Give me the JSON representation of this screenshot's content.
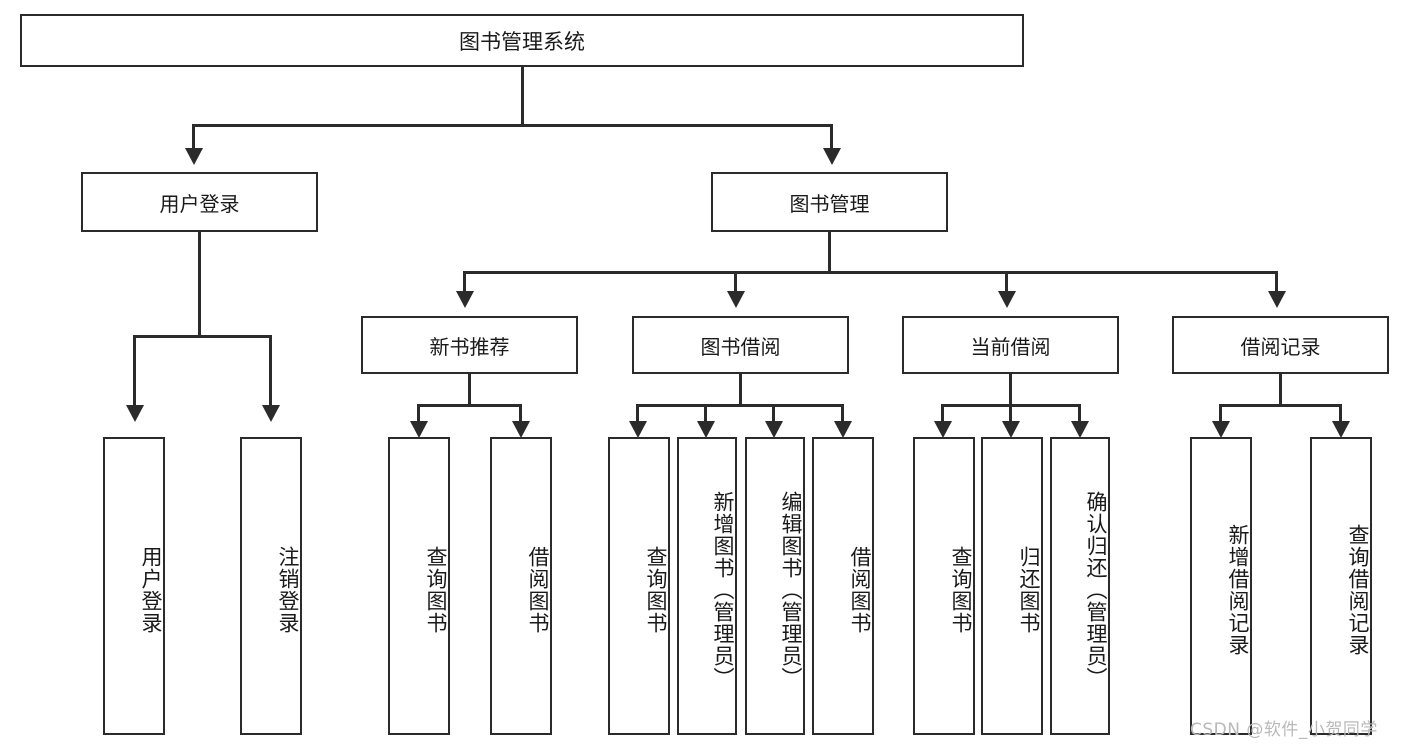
{
  "diagram": {
    "type": "hierarchy-tree",
    "title": "图书管理系统",
    "watermark": "CSDN @软件_小贺同学",
    "root": {
      "label": "图书管理系统"
    },
    "level2": [
      {
        "id": "user-login",
        "label": "用户登录"
      },
      {
        "id": "book-manage",
        "label": "图书管理"
      }
    ],
    "level3": [
      {
        "id": "new-book-recommend",
        "label": "新书推荐"
      },
      {
        "id": "book-borrow",
        "label": "图书借阅"
      },
      {
        "id": "current-borrow",
        "label": "当前借阅"
      },
      {
        "id": "borrow-record",
        "label": "借阅记录"
      }
    ],
    "leaves": {
      "user_login": [
        {
          "id": "leaf-user-login",
          "label": "用户登录"
        },
        {
          "id": "leaf-logout-login",
          "label": "注销登录"
        }
      ],
      "new_book_recommend": [
        {
          "id": "leaf-query-book-1",
          "label": "查询图书"
        },
        {
          "id": "leaf-borrow-book-1",
          "label": "借阅图书"
        }
      ],
      "book_borrow": [
        {
          "id": "leaf-query-book-2",
          "label": "查询图书"
        },
        {
          "id": "leaf-add-book",
          "label": "新增图书（管理员）"
        },
        {
          "id": "leaf-edit-book",
          "label": "编辑图书（管理员）"
        },
        {
          "id": "leaf-borrow-book-2",
          "label": "借阅图书"
        }
      ],
      "current_borrow": [
        {
          "id": "leaf-query-book-3",
          "label": "查询图书"
        },
        {
          "id": "leaf-return-book",
          "label": "归还图书"
        },
        {
          "id": "leaf-confirm-return",
          "label": "确认归还（管理员）"
        }
      ],
      "borrow_record": [
        {
          "id": "leaf-add-record",
          "label": "新增借阅记录"
        },
        {
          "id": "leaf-query-record",
          "label": "查询借阅记录"
        }
      ]
    },
    "colors": {
      "stroke": "#2b2b2b",
      "fill": "#ffffff",
      "text": "#1a1a1a",
      "watermark": "#b9b9b9"
    }
  }
}
